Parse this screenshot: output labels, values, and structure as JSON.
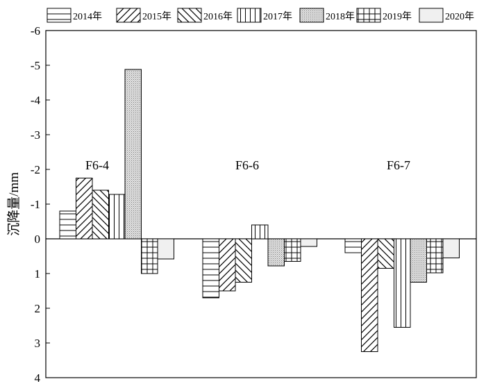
{
  "chart_data": {
    "type": "bar",
    "ylabel": "沉降量/mm",
    "ylim": [
      -6,
      4
    ],
    "y_axis_inverted": true,
    "yticks": [
      -6,
      -5,
      -4,
      -3,
      -2,
      -1,
      0,
      1,
      2,
      3,
      4
    ],
    "ytick_labels": [
      "-6",
      "-5",
      "-4",
      "-3",
      "-2",
      "-1",
      "0",
      "1",
      "2",
      "3",
      "4"
    ],
    "legend_position": "top",
    "grid": false,
    "categories": [
      "F6-4",
      "F6-6",
      "F6-7"
    ],
    "series": [
      {
        "name": "2014年",
        "pattern": "horizontal",
        "values": [
          -0.8,
          1.7,
          0.4
        ]
      },
      {
        "name": "2015年",
        "pattern": "diagonal-forward",
        "values": [
          -1.75,
          1.5,
          3.25
        ]
      },
      {
        "name": "2016年",
        "pattern": "diagonal-back",
        "values": [
          -1.4,
          1.25,
          0.85
        ]
      },
      {
        "name": "2017年",
        "pattern": "vertical",
        "values": [
          -1.28,
          -0.4,
          2.55
        ]
      },
      {
        "name": "2018年",
        "pattern": "dots",
        "values": [
          -4.88,
          0.78,
          1.25
        ]
      },
      {
        "name": "2019年",
        "pattern": "grid",
        "values": [
          1.0,
          0.65,
          0.98
        ]
      },
      {
        "name": "2020年",
        "pattern": "solid-light",
        "values": [
          0.58,
          0.22,
          0.55
        ]
      }
    ]
  }
}
